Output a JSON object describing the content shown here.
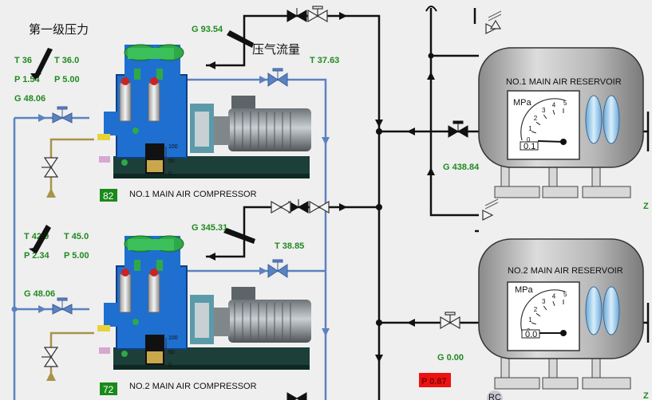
{
  "labels": {
    "stage1_pressure": "第一级压力",
    "air_flow": "压气流量"
  },
  "compressor1": {
    "name": "NO.1 MAIN AIR COMPRESSOR",
    "load": "82",
    "t_left": "T 36",
    "t_right": "T 36.0",
    "p_left": "P 1.54",
    "p_right": "P 5.00",
    "inlet_g": "G 48.06",
    "flow_g": "G 93.54",
    "outlet_t": "T 37.63"
  },
  "compressor2": {
    "name": "NO.2 MAIN AIR COMPRESSOR",
    "load": "72",
    "t_left": "T 42.9",
    "t_right": "T 45.0",
    "p_left": "P 2.34",
    "p_right": "P 5.00",
    "inlet_g": "G 48.06",
    "flow_g": "G 345.31",
    "outlet_t": "T 38.85"
  },
  "reservoir1": {
    "name": "NO.1 MAIN AIR RESERVOIR",
    "gauge_unit": "MPa",
    "scale": [
      "0",
      "1",
      "2",
      "3",
      "4",
      "5"
    ],
    "reading": "0.1",
    "flow_g": "G 438.84",
    "side_label": "Z"
  },
  "reservoir2": {
    "name": "NO.2 MAIN AIR RESERVOIR",
    "gauge_unit": "MPa",
    "scale": [
      "0",
      "1",
      "2",
      "3",
      "4",
      "5"
    ],
    "reading": "0.0",
    "flow_g": "G 0.00",
    "side_label": "Z"
  },
  "level_scale": [
    "100",
    "50",
    "0"
  ],
  "alarm_value": "P 0.87",
  "bottom_badge": "RC",
  "colors": {
    "pipe_blue": "#5b82c0",
    "pipe_black": "#111111",
    "pipe_gold": "#a8934a",
    "value_green": "#1f8a1f",
    "compressor_blue": "#1e6fd0",
    "compressor_green": "#2fa84a",
    "alarm_red": "#ee1111"
  }
}
